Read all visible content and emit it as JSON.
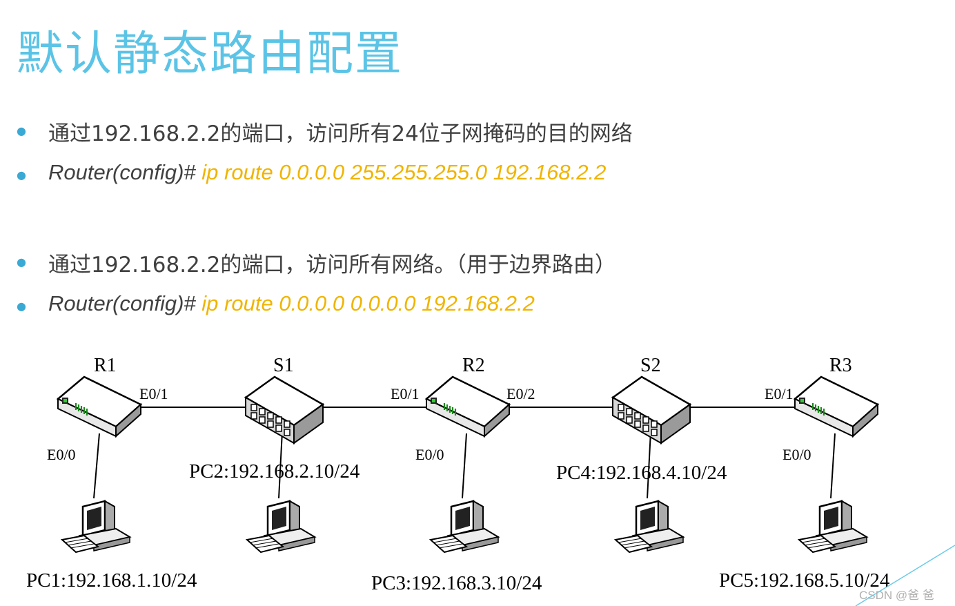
{
  "title": "默认静态路由配置",
  "bullets": [
    {
      "type": "text",
      "text": "通过192.168.2.2的端口，访问所有24位子网掩码的目的网络"
    },
    {
      "type": "cmd",
      "prompt": "Router(config)#",
      "code": "ip route 0.0.0.0 255.255.255.0 192.168.2.2"
    },
    {
      "type": "text",
      "text": "通过192.168.2.2的端口，访问所有网络。（用于边界路由）"
    },
    {
      "type": "cmd",
      "prompt": "Router(config)#",
      "code": "ip route 0.0.0.0 0.0.0.0 192.168.2.2"
    }
  ],
  "diagram": {
    "routers": [
      "R1",
      "R2",
      "R3"
    ],
    "switches": [
      "S1",
      "S2"
    ],
    "ports": {
      "r1_e01": "E0/1",
      "r1_e00": "E0/0",
      "r2_e01": "E0/1",
      "r2_e02": "E0/2",
      "r2_e00": "E0/0",
      "r3_e01": "E0/1",
      "r3_e00": "E0/0"
    },
    "pcs": [
      "PC1:192.168.1.10/24",
      "PC2:192.168.2.10/24",
      "PC3:192.168.3.10/24",
      "PC4:192.168.4.10/24",
      "PC5:192.168.5.10/24"
    ]
  },
  "watermark": "CSDN @爸 爸",
  "colors": {
    "title": "#5bc4e6",
    "code": "#f0b400",
    "bullet": "#3aa9d4"
  }
}
